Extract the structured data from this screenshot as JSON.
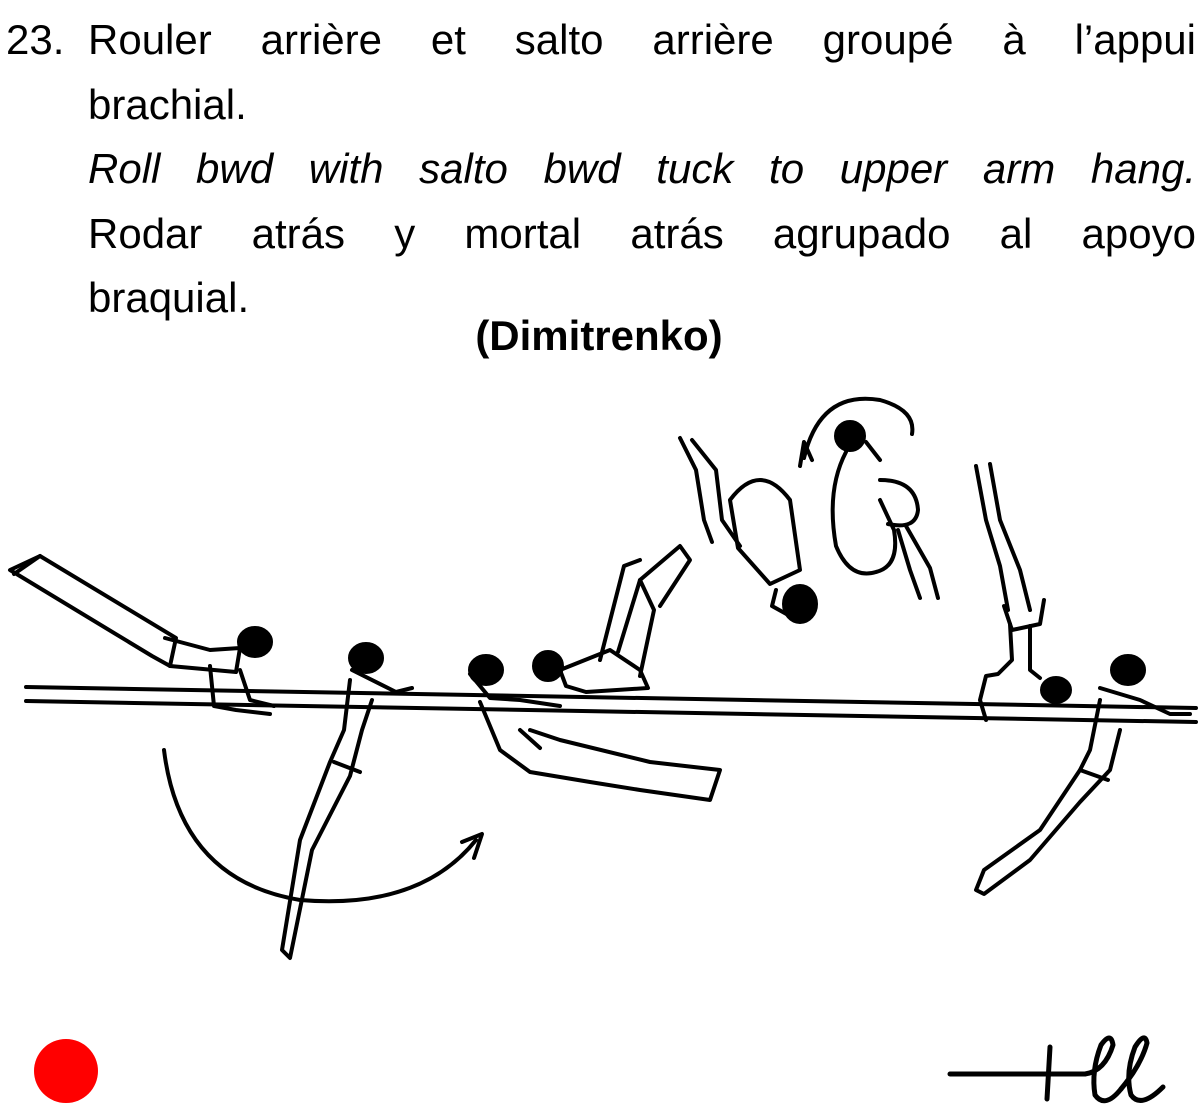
{
  "element": {
    "number": "23.",
    "text_fr_line1": "Rouler arrière et salto arrière groupé à l’appui",
    "text_fr_line2": "brachial.",
    "text_en": "Roll bwd with salto bwd tuck to upper arm hang.",
    "text_es_line1": "Rodar atrás y mortal atrás agrupado al apoyo",
    "text_es_line2": "braquial.",
    "name": "(Dimitrenko)"
  },
  "illustration": {
    "subject": "gymnast-sequence-on-parallel-bars",
    "ink_color": "#000000"
  },
  "marker": {
    "color": "#ff0000",
    "shape": "filled-circle"
  },
  "signature": {
    "ink_color": "#000000"
  }
}
